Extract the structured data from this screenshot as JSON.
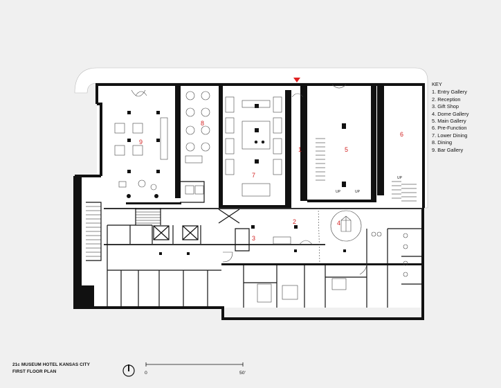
{
  "key": {
    "title": "KEY",
    "items": [
      "1. Entry Gallery",
      "2. Reception",
      "3. Gift Shop",
      "4. Dome Gallery",
      "5. Main Gallery",
      "6. Pre-Function",
      "7. Lower Dining",
      "8. Dining",
      "9. Bar Gallery"
    ]
  },
  "room_numbers": [
    "1",
    "2",
    "3",
    "4",
    "5",
    "6",
    "7",
    "8",
    "9"
  ],
  "up_labels": [
    "UP",
    "UP",
    "UP"
  ],
  "title_block": {
    "line1": "21c MUSEUM HOTEL KANSAS CITY",
    "line2": "FIRST FLOOR PLAN"
  },
  "scale": {
    "start": "0",
    "end": "50'"
  },
  "colors": {
    "background": "#f0f0f0",
    "walls": "#111111",
    "room_numbers": "#d22222",
    "entry_marker": "#e02020",
    "sidewalk": "#ffffff"
  },
  "icons": {
    "north_arrow": "north-arrow-icon",
    "entry_marker": "entry-triangle-icon"
  }
}
